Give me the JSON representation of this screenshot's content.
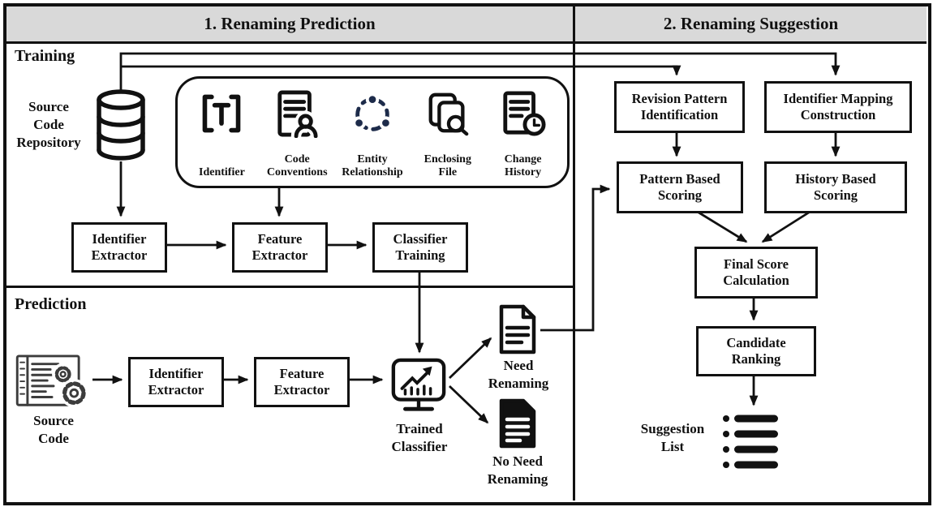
{
  "colors": {
    "header_bg": "#d9d9d9",
    "ink": "#111111",
    "entity_icon_navy": "#1d2b4a"
  },
  "header": {
    "left": "1. Renaming Prediction",
    "right": "2. Renaming Suggestion"
  },
  "training": {
    "section_label": "Training",
    "repository_label": "Source\nCode\nRepository",
    "feature_items": [
      {
        "label": "Identifier",
        "icon": "identifier-brackets-icon"
      },
      {
        "label": "Code\nConventions",
        "icon": "code-conventions-icon"
      },
      {
        "label": "Entity\nRelationship",
        "icon": "entity-relationship-icon"
      },
      {
        "label": "Enclosing\nFile",
        "icon": "enclosing-file-icon"
      },
      {
        "label": "Change\nHistory",
        "icon": "change-history-icon"
      }
    ],
    "identifier_extractor": "Identifier\nExtractor",
    "feature_extractor": "Feature\nExtractor",
    "classifier_training": "Classifier\nTraining"
  },
  "prediction": {
    "section_label": "Prediction",
    "source_code_label": "Source\nCode",
    "identifier_extractor": "Identifier\nExtractor",
    "feature_extractor": "Feature\nExtractor",
    "trained_classifier_label": "Trained\nClassifier",
    "need_renaming_label": "Need\nRenaming",
    "no_need_renaming_label": "No Need\nRenaming"
  },
  "suggestion": {
    "revision_pattern": "Revision Pattern\nIdentification",
    "identifier_mapping": "Identifier Mapping\nConstruction",
    "pattern_scoring": "Pattern Based\nScoring",
    "history_scoring": "History Based\nScoring",
    "final_score": "Final Score\nCalculation",
    "candidate_ranking": "Candidate\nRanking",
    "suggestion_list_label": "Suggestion\nList"
  },
  "icons": {
    "source-code-repository-icon": "database-cylinder",
    "identifier-brackets-icon": "bracketed-T",
    "code-conventions-icon": "document-with-person",
    "entity-relationship-icon": "three-linked-nodes-dashed-circle",
    "enclosing-file-icon": "stacked-files-with-magnifier",
    "change-history-icon": "document-with-clock",
    "source-code-icon": "code-window-with-gears",
    "trained-classifier-icon": "monitor-with-trend-chart",
    "need-renaming-doc-icon": "outlined-document",
    "no-need-renaming-doc-icon": "filled-document",
    "suggestion-list-icon": "bulleted-list"
  }
}
